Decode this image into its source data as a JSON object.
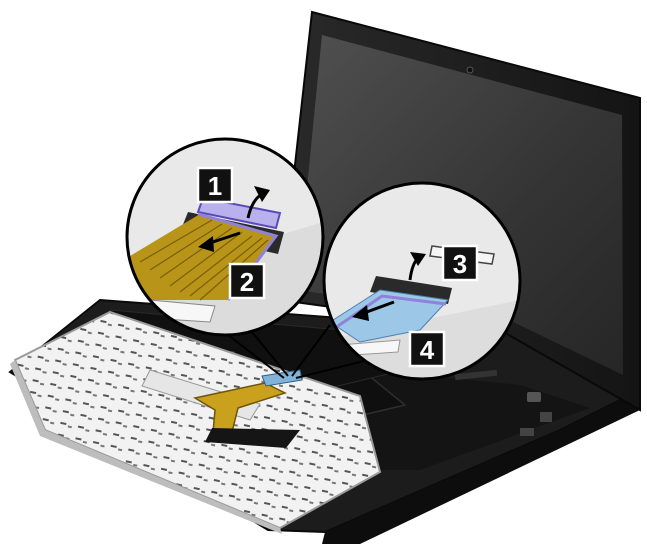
{
  "figure": {
    "steps": [
      {
        "number": "1",
        "action": "lift-latch"
      },
      {
        "number": "2",
        "action": "pull-cable"
      },
      {
        "number": "3",
        "action": "lift-latch"
      },
      {
        "number": "4",
        "action": "pull-cable"
      }
    ],
    "colors": {
      "laptop_body": "#1a1a1a",
      "screen": "#3a3a3a",
      "keyboard": "#ececec",
      "cable_amber": "#c9a11c",
      "cable_blue": "#7fb3d9",
      "latch_purple": "#8f82d8",
      "badge": "#111111"
    }
  }
}
